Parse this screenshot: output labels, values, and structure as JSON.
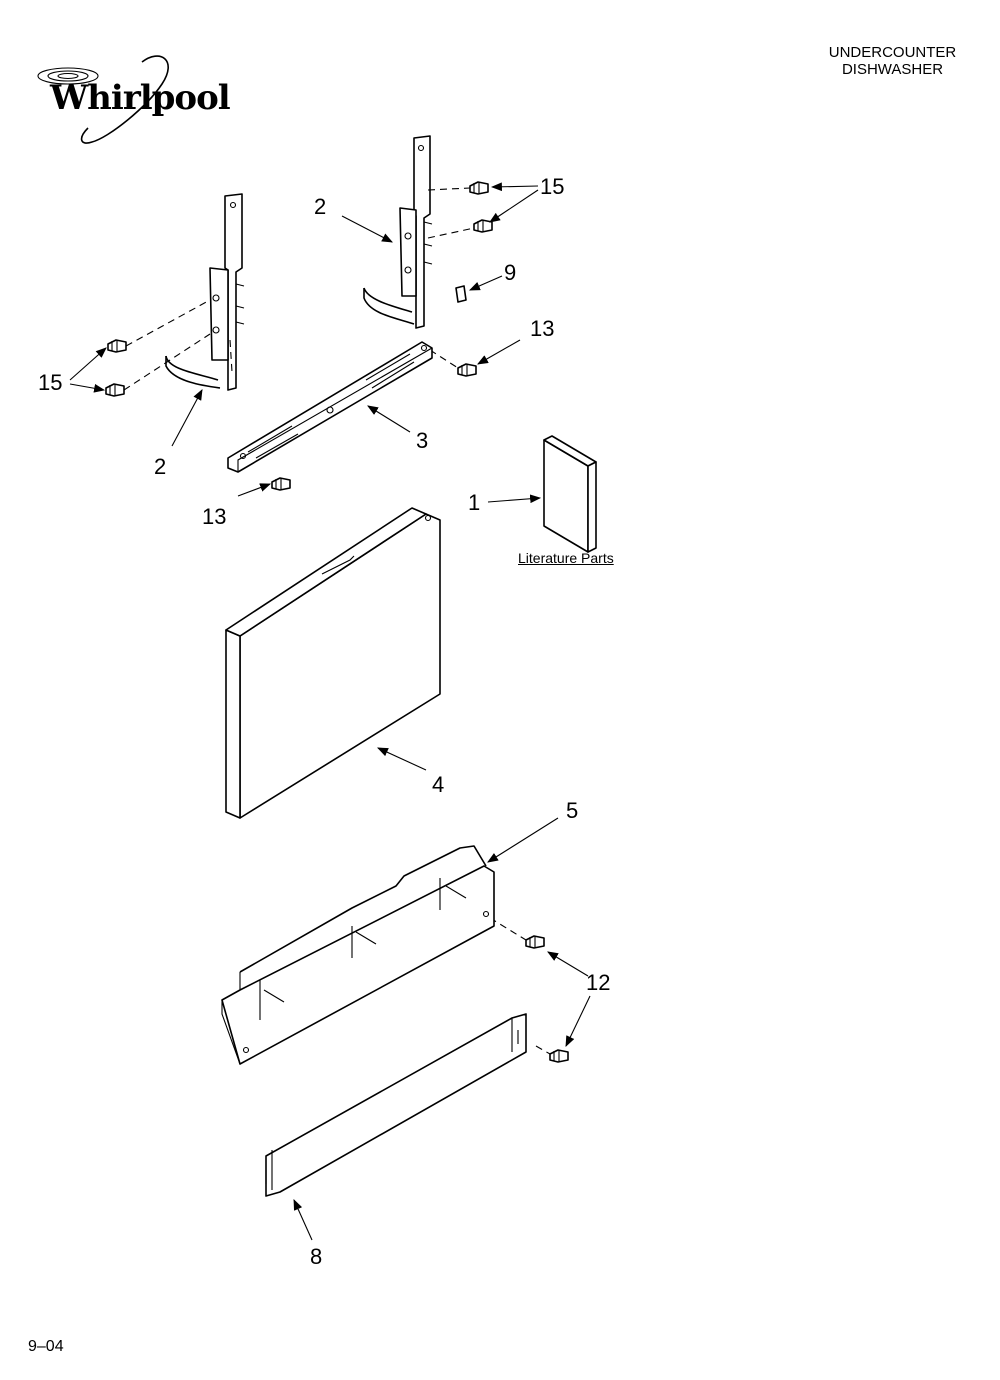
{
  "brand": {
    "name": "Whirlpool",
    "logo_icon": "whirlpool-swirl-logo"
  },
  "header": {
    "line1": "UNDERCOUNTER",
    "line2": "DISHWASHER"
  },
  "footer": {
    "code": "9–04"
  },
  "literature_label": "Literature Parts",
  "callouts": {
    "c1": "1",
    "c2a": "2",
    "c2b": "2",
    "c3": "3",
    "c4": "4",
    "c5": "5",
    "c8": "8",
    "c9": "9",
    "c12": "12",
    "c13a": "13",
    "c13b": "13",
    "c15a": "15",
    "c15b": "15"
  }
}
